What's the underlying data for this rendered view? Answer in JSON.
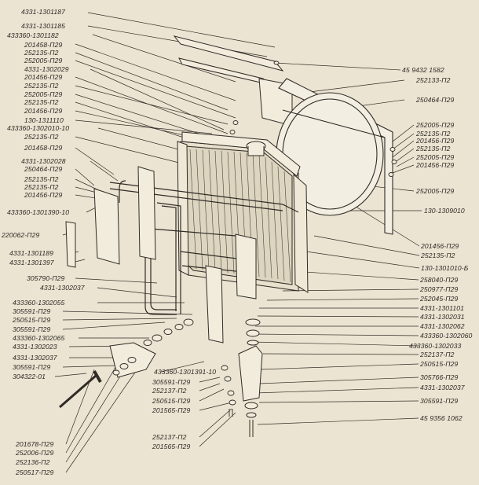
{
  "colors": {
    "paper": "#ece4d2",
    "ink": "#2b2824"
  },
  "labels": {
    "l_4331_1301187": "4331-1301187",
    "l_4331_1301185": "4331-1301185",
    "l_433360_1301182": "433360-1301182",
    "l_201458_p29_a": "201458-П29",
    "l_252135_p2_a": "252135-П2",
    "l_252005_p29_a": "252005-П29",
    "l_4331_1302029": "4331-1302029",
    "l_201456_p29_a": "201456-П29",
    "l_252135_p2_b": "252135-П2",
    "l_252005_p29_b": "252005-П29",
    "l_252135_p2_c": "252135-П2",
    "l_201456_p29_b": "201456-П29",
    "l_130_1311110": "130-1311110",
    "l_433360_1302010_10": "433360-1302010-10",
    "l_252135_p2_d": "252135-П2",
    "l_201458_p29_b": "201458-П29",
    "l_4331_1302028": "4331-1302028",
    "l_250464_p29_a": "250464-П29",
    "l_252135_p2_e": "252135-П2",
    "l_252135_p2_f": "252135-П2",
    "l_201456_p29_c": "201456-П29",
    "l_433360_1301390_10": "433360-1301390-10",
    "l_220062_p29": "220062-П29",
    "l_4331_1301189": "4331-1301189",
    "l_4331_1301397": "4331-1301397",
    "l_305790_p29": "305790-П29",
    "l_4331_1302037_a": "4331-1302037",
    "l_433360_1302055": "433360-1302055",
    "l_305591_p29_a": "305591-П29",
    "l_250515_p29_a": "250515-П29",
    "l_305591_p29_b": "305591-П29",
    "l_433360_1302065": "433360-1302065",
    "l_4331_1302023": "4331-1302023",
    "l_4331_1302037_b": "4331-1302037",
    "l_305591_p29_c": "305591-П29",
    "l_304322_01": "304322-01",
    "l_201678_p29": "201678-П29",
    "l_252006_p29": "252006-П29",
    "l_252136_p2": "252136-П2",
    "l_250517_p29": "250517-П29",
    "l_433360_1301391_10": "433360-1301391-10",
    "l_305591_p29_d": "305591-П29",
    "l_252137_p2_a": "252137-П2",
    "l_250515_p29_b": "250515-П29",
    "l_201565_p29_a": "201565-П29",
    "l_252137_p2_b": "252137-П2",
    "l_201565_p29_b": "201565-П29",
    "l_459432_1582": "45 9432 1582",
    "l_252133_p2": "252133-П2",
    "l_250464_p29_b": "250464-П29",
    "l_252005_p29_c": "252005-П29",
    "l_252135_p2_g": "252135-П2",
    "l_201456_p29_d": "201456-П29",
    "l_252135_p2_h": "252135-П2",
    "l_252005_p29_d": "252005-П29",
    "l_201456_p29_e": "201456-П29",
    "l_252005_p29_e": "252005-П29",
    "l_130_1309010": "130-1309010",
    "l_201456_p29_f": "201456-П29",
    "l_252135_p2_i": "252135-П2",
    "l_130_1301010_b": "130-1301010-Б",
    "l_258040_p29": "258040-П29",
    "l_250977_p29": "250977-П29",
    "l_252045_p29": "252045-П29",
    "l_4331_1301101": "4331-1301101",
    "l_4331_1302031": "4331-1302031",
    "l_4331_1302062": "4331-1302062",
    "l_433360_1302060": "433360-1302060",
    "l_433360_1302033": "433360-1302033",
    "l_252137_p2_c": "252137-П2",
    "l_250515_p29_c": "250515-П29",
    "l_305766_p29": "305766-П29",
    "l_4331_1302037_c": "4331-1302037",
    "l_305591_p29_e": "305591-П29",
    "l_459356_1062": "45 9356 1062"
  }
}
